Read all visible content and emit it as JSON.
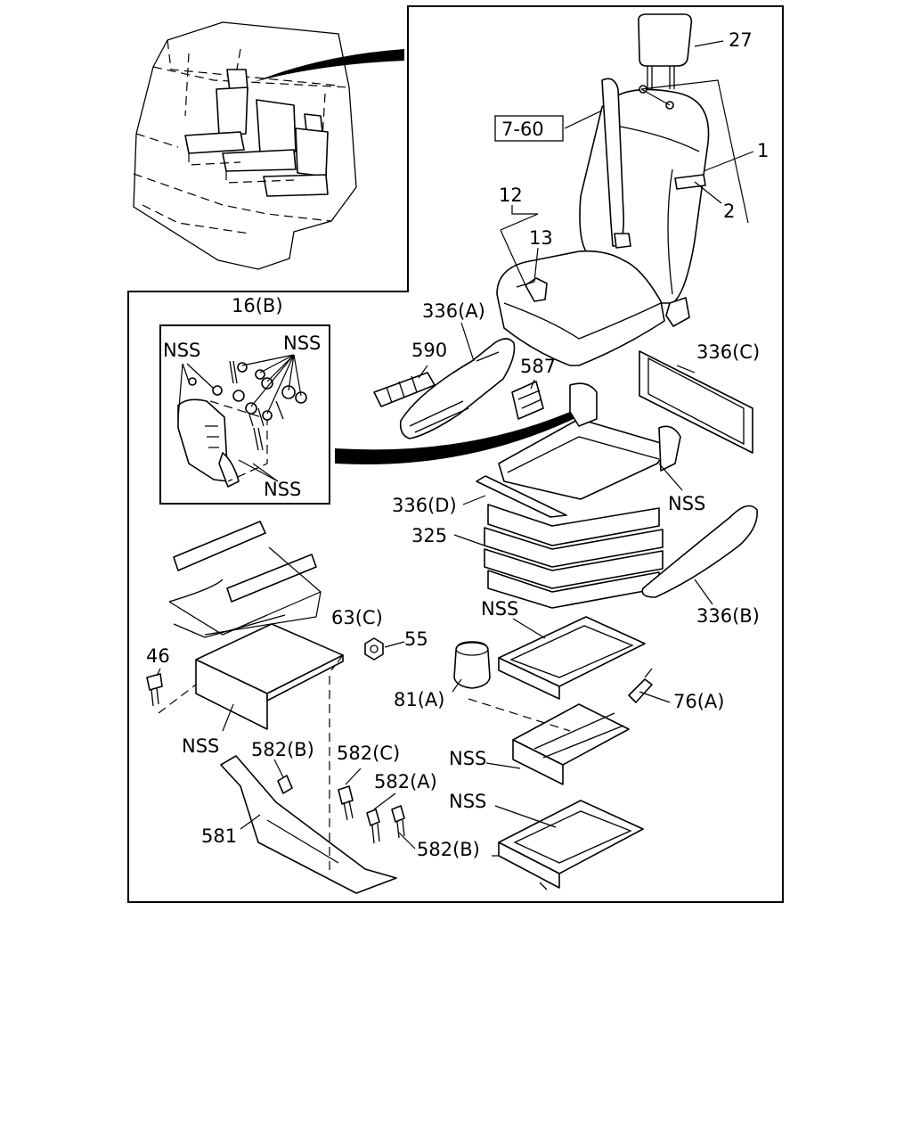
{
  "labels": {
    "l27": "27",
    "l1": "1",
    "l2": "2",
    "l760": "7-60",
    "l12": "12",
    "l13": "13",
    "l16b": "16(B)",
    "nss_a": "NSS",
    "nss_b": "NSS",
    "nss_c": "NSS",
    "l336a": "336(A)",
    "l590": "590",
    "l587": "587",
    "l336c": "336(C)",
    "l336d": "336(D)",
    "nss_d": "NSS",
    "l325": "325",
    "l63c": "63(C)",
    "l336b": "336(B)",
    "nss_e": "NSS",
    "l55": "55",
    "l46": "46",
    "l81a": "81(A)",
    "l76a": "76(A)",
    "nss_f": "NSS",
    "l582b_1": "582(B)",
    "l582c": "582(C)",
    "nss_g": "NSS",
    "l582a": "582(A)",
    "nss_h": "NSS",
    "l581": "581",
    "l582b_2": "582(B)"
  }
}
